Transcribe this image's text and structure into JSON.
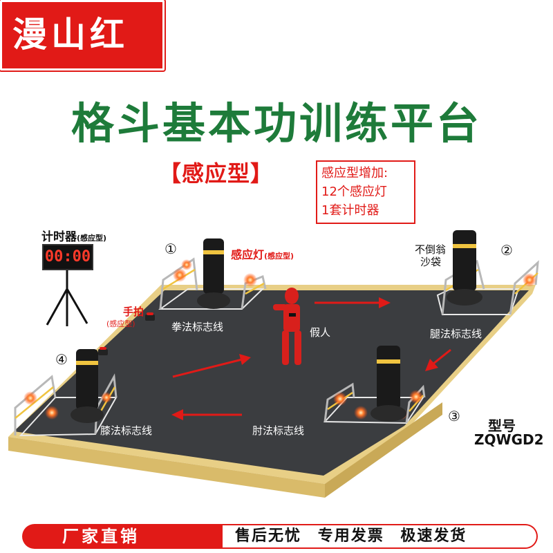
{
  "brand": {
    "name": "漫山红"
  },
  "title": "格斗基本功训练平台",
  "subtitle": "【感应型】",
  "info_box": {
    "lines": [
      "感应型增加:",
      "12个感应灯",
      "1套计时器"
    ]
  },
  "timer": {
    "label": "计时器",
    "label_note": "(感应型)",
    "display": "00:00"
  },
  "clapper": {
    "label": "手拍",
    "note": "(感应型)"
  },
  "sensor_light": {
    "label": "感应灯",
    "note": "(感应型)"
  },
  "tumbler": {
    "line1": "不倒翁",
    "line2": "沙袋"
  },
  "stations": {
    "s1": "①",
    "s2": "②",
    "s3": "③",
    "s4": "④"
  },
  "zones": {
    "punch": "拳法标志线",
    "leg": "腿法标志线",
    "knee": "膝法标志线",
    "elbow": "肘法标志线",
    "dummy": "假人"
  },
  "model": {
    "label": "型号",
    "code": "ZQWGD2"
  },
  "footer": {
    "left": "厂家直销",
    "right": [
      "售后无忧",
      "专用发票",
      "极速发货"
    ]
  },
  "colors": {
    "red": "#e11a17",
    "green": "#1e7b3a",
    "mat": "#3b3d40",
    "edge": "#e8cf86"
  }
}
